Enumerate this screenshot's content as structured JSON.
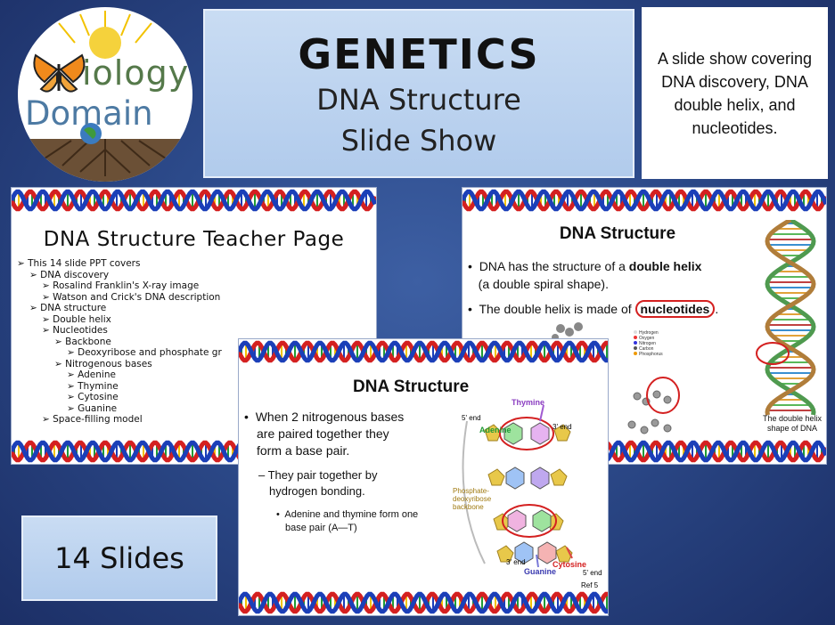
{
  "logo": {
    "line1": "iology",
    "line2": "Domain"
  },
  "title": {
    "main": "GENETICS",
    "line2": "DNA Structure",
    "line3": "Slide Show"
  },
  "description": "A slide show covering DNA discovery, DNA double helix, and nucleotides.",
  "slide1": {
    "title": "DNA Structure Teacher Page",
    "items": [
      "This 14 slide PPT covers",
      "DNA discovery",
      "Rosalind Franklin's X-ray image",
      "Watson and Crick's DNA description",
      "DNA structure",
      "Double helix",
      "Nucleotides",
      "Backbone",
      "Deoxyribose and phosphate gr",
      "Nitrogenous bases",
      "Adenine",
      "Thymine",
      "Cytosine",
      "Guanine",
      "Space-filling model"
    ]
  },
  "slide2": {
    "title": "DNA Structure",
    "bullet1_pre": "DNA has the structure of a ",
    "bullet1_bold": "double helix",
    "bullet1_post": "(a double spiral shape).",
    "bullet2_pre": "The double helix is made of ",
    "bullet2_bold": "nucleotides",
    "bullet2_post": ".",
    "legend": [
      "Hydrogen",
      "Oxygen",
      "Nitrogen",
      "Carbon",
      "Phosphorus"
    ],
    "caption1": "The double helix",
    "caption2": "shape of DNA"
  },
  "slide3": {
    "title": "DNA Structure",
    "bullet1": [
      "When 2 nitrogenous bases",
      "are paired together they",
      "form a base pair."
    ],
    "sub1": [
      "– They pair together by",
      "hydrogen bonding."
    ],
    "sub2": [
      "Adenine and thymine form one",
      "base pair (A—T)"
    ],
    "labels": {
      "adenine": "Adenine",
      "thymine": "Thymine",
      "cytosine": "Cytosine",
      "guanine": "Guanine",
      "backbone1": "Phosphate-",
      "backbone2": "deoxyribose",
      "backbone3": "backbone",
      "end5a": "5' end",
      "end3a": "3' end",
      "end3b": "3' end",
      "end5b": "5' end",
      "ref": "Ref 5"
    }
  },
  "count": "14 Slides",
  "colors": {
    "helix_red": "#d42020",
    "helix_blue": "#1b3fb8",
    "helix_green": "#1f9a36",
    "helix_yellow": "#f2c200"
  }
}
